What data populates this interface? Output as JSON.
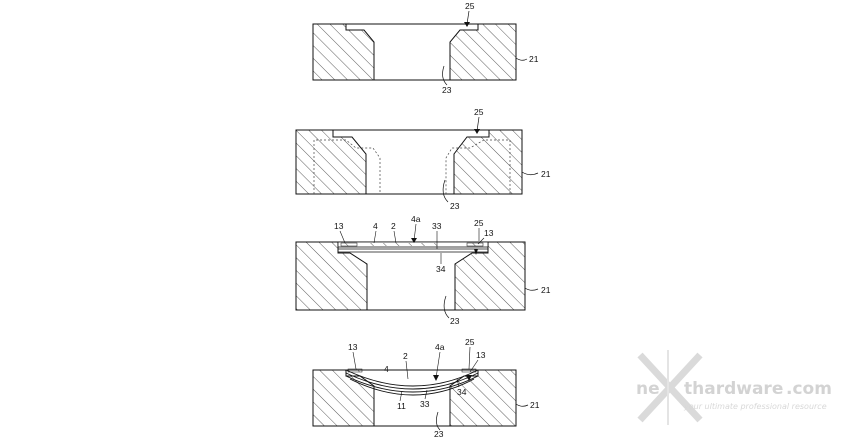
{
  "figures": [
    {
      "id": "fig1",
      "labels": [
        "25",
        "21",
        "23"
      ]
    },
    {
      "id": "fig2",
      "labels": [
        "25",
        "21",
        "23"
      ]
    },
    {
      "id": "fig3",
      "labels": [
        "13",
        "4",
        "2",
        "4a",
        "33",
        "25",
        "13",
        "34",
        "21",
        "23"
      ]
    },
    {
      "id": "fig4",
      "labels": [
        "13",
        "4",
        "2",
        "4a",
        "25",
        "13",
        "34",
        "33",
        "11",
        "21",
        "23"
      ]
    }
  ],
  "watermark": {
    "name_prefix": "ne",
    "name_suffix": "thardware",
    "name_tld": ".com",
    "tagline": "your ultimate professional resource"
  }
}
